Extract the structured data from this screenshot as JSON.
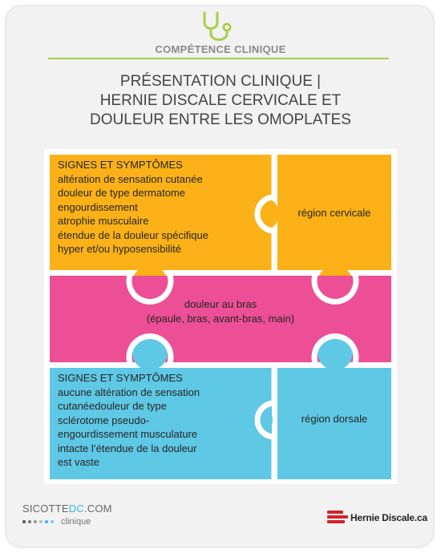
{
  "header": {
    "label": "COMPÉTENCE CLINIQUE",
    "accent_color": "#a6cf4b",
    "icon": "stethoscope-icon"
  },
  "title": {
    "line1": "PRÉSENTATION CLINIQUE |",
    "line2": "HERNIE DISCALE CERVICALE ET",
    "line3": "DOULEUR ENTRE LES OMOPLATES"
  },
  "puzzle": {
    "colors": {
      "orange": "#fbb117",
      "pink": "#ec4f95",
      "blue": "#5ec8e5",
      "border": "#ffffff"
    },
    "top_left": {
      "heading": "SIGNES ET SYMPTÔMES",
      "lines": [
        "altération de sensation cutanée",
        "douleur de type dermatome",
        "engourdissement",
        "atrophie musculaire",
        "étendue de la douleur spécifique",
        "hyper et/ou hyposensibilité"
      ]
    },
    "top_right": {
      "label": "région cervicale"
    },
    "middle": {
      "line1": "douleur au bras",
      "line2": "(épaule, bras, avant-bras, main)"
    },
    "bottom_left": {
      "heading": "SIGNES ET SYMPTÔMES",
      "lines": [
        "aucune altération de sensation",
        "cutanéedouleur de type",
        "sclérotome pseudo-",
        "engourdissement musculature",
        "intacte l’étendue de la douleur",
        "est vaste"
      ]
    },
    "bottom_right": {
      "label": "région dorsale"
    }
  },
  "footer": {
    "left_brand_prefix": "SICOTTE",
    "left_brand_accent": "DC",
    "left_brand_suffix": ".COM",
    "left_sub": "clinique",
    "right_brand": "Hernie Discale.ca"
  }
}
